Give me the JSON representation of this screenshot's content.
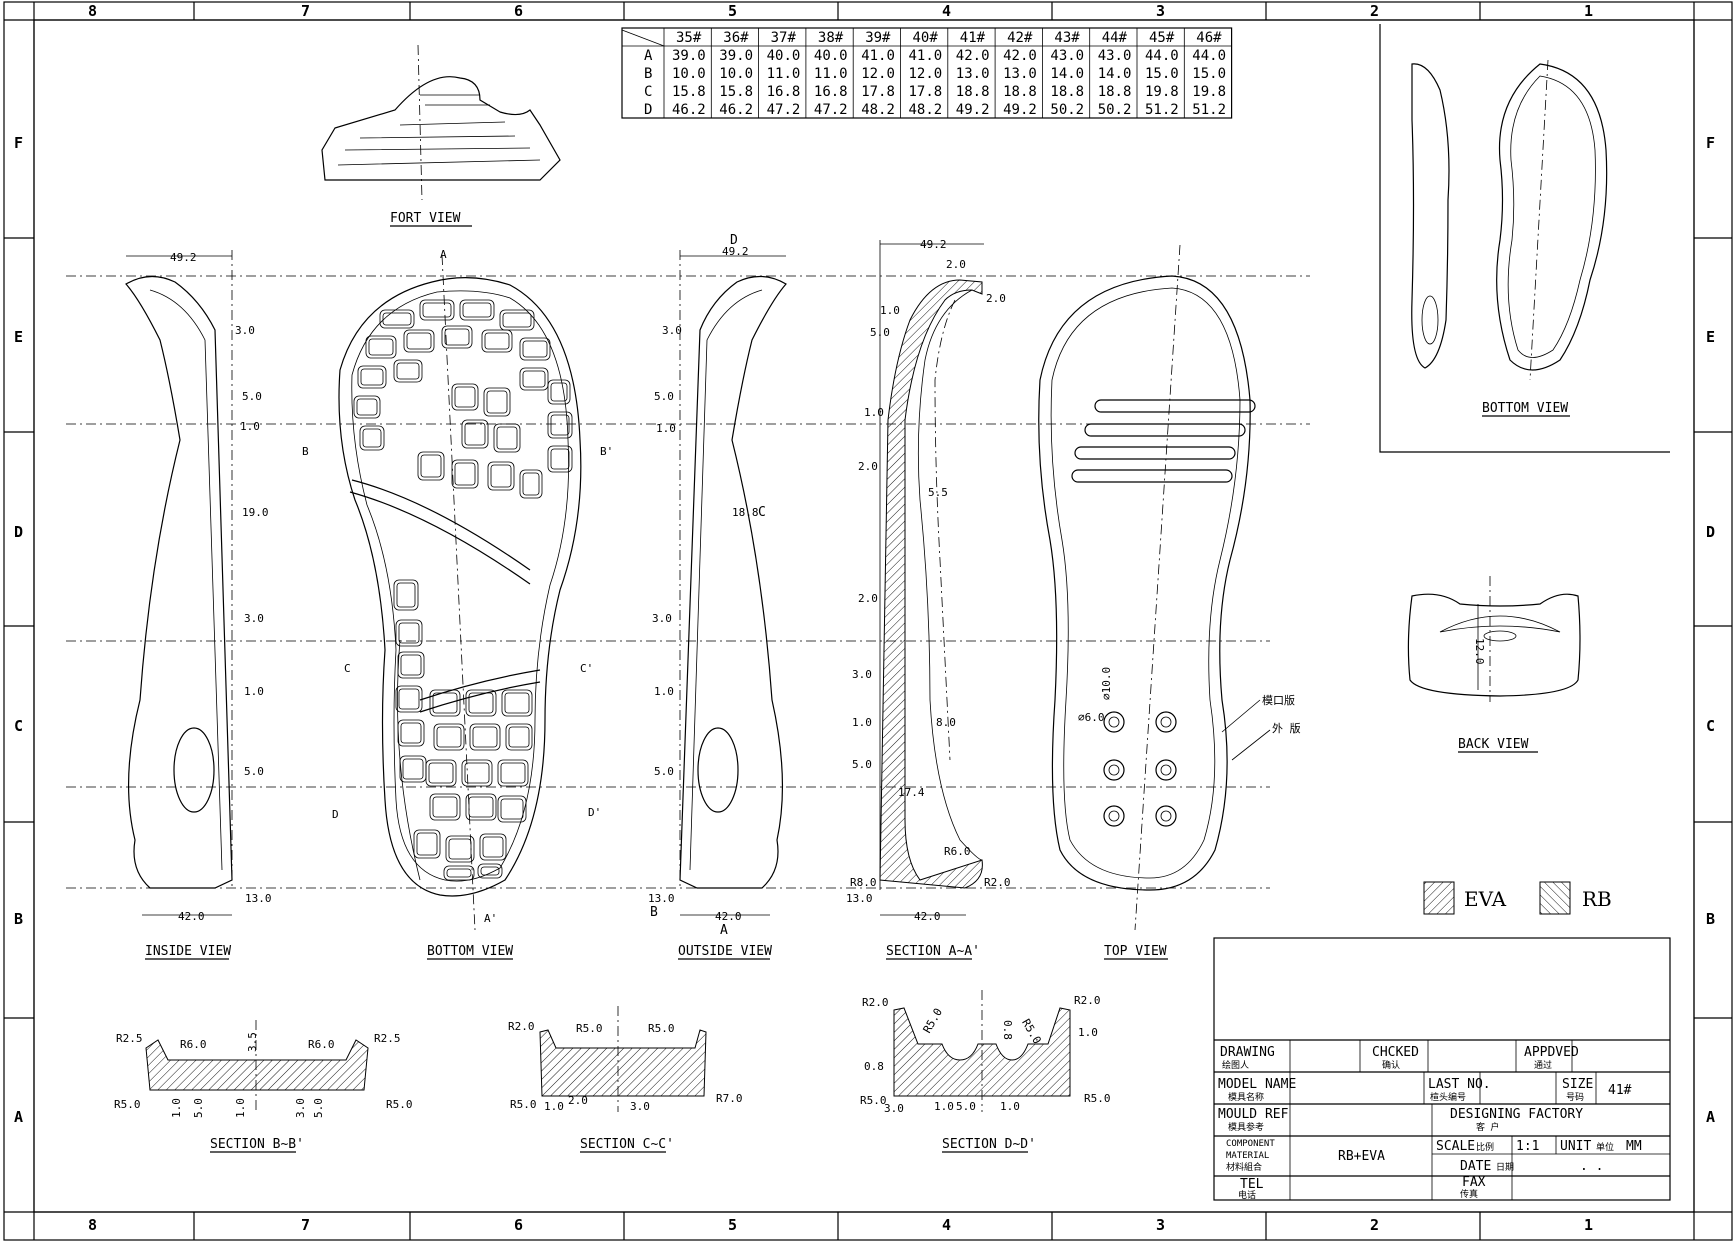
{
  "zones": {
    "top_labels": [
      "8",
      "7",
      "6",
      "5",
      "4",
      "3",
      "2",
      "1"
    ],
    "side_labels": [
      "F",
      "E",
      "D",
      "C",
      "B",
      "A"
    ]
  },
  "size_table": {
    "sizes": [
      "35#",
      "36#",
      "37#",
      "38#",
      "39#",
      "40#",
      "41#",
      "42#",
      "43#",
      "44#",
      "45#",
      "46#"
    ],
    "rows": [
      {
        "label": "A",
        "values": [
          "39.0",
          "39.0",
          "40.0",
          "40.0",
          "41.0",
          "41.0",
          "42.0",
          "42.0",
          "43.0",
          "43.0",
          "44.0",
          "44.0"
        ]
      },
      {
        "label": "B",
        "values": [
          "10.0",
          "10.0",
          "11.0",
          "11.0",
          "12.0",
          "12.0",
          "13.0",
          "13.0",
          "14.0",
          "14.0",
          "15.0",
          "15.0"
        ]
      },
      {
        "label": "C",
        "values": [
          "15.8",
          "15.8",
          "16.8",
          "16.8",
          "17.8",
          "17.8",
          "18.8",
          "18.8",
          "18.8",
          "18.8",
          "19.8",
          "19.8"
        ]
      },
      {
        "label": "D",
        "values": [
          "46.2",
          "46.2",
          "47.2",
          "47.2",
          "48.2",
          "48.2",
          "49.2",
          "49.2",
          "50.2",
          "50.2",
          "51.2",
          "51.2"
        ]
      }
    ]
  },
  "views": {
    "front": "FORT VIEW",
    "inside": "INSIDE VIEW",
    "bottom": "BOTTOM VIEW",
    "outside": "OUTSIDE VIEW",
    "section_aa": "SECTION A~A'",
    "top": "TOP VIEW",
    "bottom_right": "BOTTOM VIEW",
    "back": "BACK VIEW",
    "section_bb": "SECTION B~B'",
    "section_cc": "SECTION C~C'",
    "section_dd": "SECTION D~D'"
  },
  "legend": {
    "eva": "EVA",
    "rb": "RB"
  },
  "callouts": {
    "mould_edge": "模口版",
    "outer_edge": "外 版",
    "hole_dia": "⌀6.0",
    "hole_dia2": "⌀10.0"
  },
  "markers": {
    "A": "A",
    "A_prime": "A'",
    "B": "B",
    "B_prime": "B'",
    "C": "C",
    "C_prime": "C'",
    "D": "D",
    "D_prime": "D'"
  },
  "dims": {
    "inside_top": "49.2",
    "inside_bottom": "42.0",
    "inside_heel": "13.0",
    "inside_side": [
      "3.0",
      "5.0",
      "1.0",
      "19.0",
      "3.0",
      "1.0",
      "5.0"
    ],
    "outside_top": "49.2",
    "outside_bottom": "42.0",
    "outside_heel": "13.0",
    "outside_c": "18.8",
    "outside_side": [
      "3.0",
      "5.0",
      "1.0",
      "3.0",
      "1.0",
      "5.0"
    ],
    "sec_top": "49.2",
    "sec_bottom": "42.0",
    "sec_heel": "13.0",
    "sec_values": [
      "2.0",
      "2.0",
      "1.0",
      "5.0",
      "1.0",
      "2.0",
      "5.5",
      "2.0",
      "3.0",
      "1.0",
      "8.0",
      "5.0",
      "17.4",
      "R6.0",
      "R8.0",
      "R2.0"
    ],
    "back_height": "12.0",
    "sec_b": [
      "R2.5",
      "R6.0",
      "3.5",
      "R6.0",
      "R2.5",
      "R5.0",
      "1.0",
      "5.0",
      "1.0",
      "3.0",
      "5.0",
      "R5.0"
    ],
    "sec_c": [
      "R2.0",
      "R5.0",
      "R5.0",
      "R5.0",
      "1.0",
      "2.0",
      "3.0",
      "R7.0"
    ],
    "sec_d": [
      "R2.0",
      "R5.0",
      "0.8",
      "R5.0",
      "R2.0",
      "1.0",
      "0.8",
      "R5.0",
      "3.0",
      "1.0",
      "5.0",
      "1.0",
      "R5.0"
    ]
  },
  "title_block": {
    "drawing": "DRAWING",
    "drawing_cn": "绘图人",
    "checked": "CHCKED",
    "checked_cn": "确认",
    "approved": "APPDVED",
    "approved_cn": "通过",
    "model_name": "MODEL NAME",
    "model_name_cn": "模具名称",
    "last_no": "LAST NO.",
    "last_no_cn": "楦头编号",
    "size": "SIZE",
    "size_cn": "号码",
    "size_value": "41#",
    "mould_ref": "MOULD REF",
    "mould_ref_cn": "模具参考",
    "designing_factory": "DESIGNING FACTORY",
    "designing_factory_cn": "客 户",
    "component_material": "COMPONENT",
    "component_material2": "MATERIAL",
    "component_material_cn": "材料組合",
    "material_value": "RB+EVA",
    "scale": "SCALE",
    "scale_cn": "比例",
    "scale_value": "1:1",
    "unit": "UNIT",
    "unit_cn": "单位",
    "unit_value": "MM",
    "date": "DATE",
    "date_cn": "日期",
    "date_value": ". .",
    "tel": "TEL",
    "tel_cn": "电话",
    "fax": "FAX",
    "fax_cn": "传真"
  }
}
